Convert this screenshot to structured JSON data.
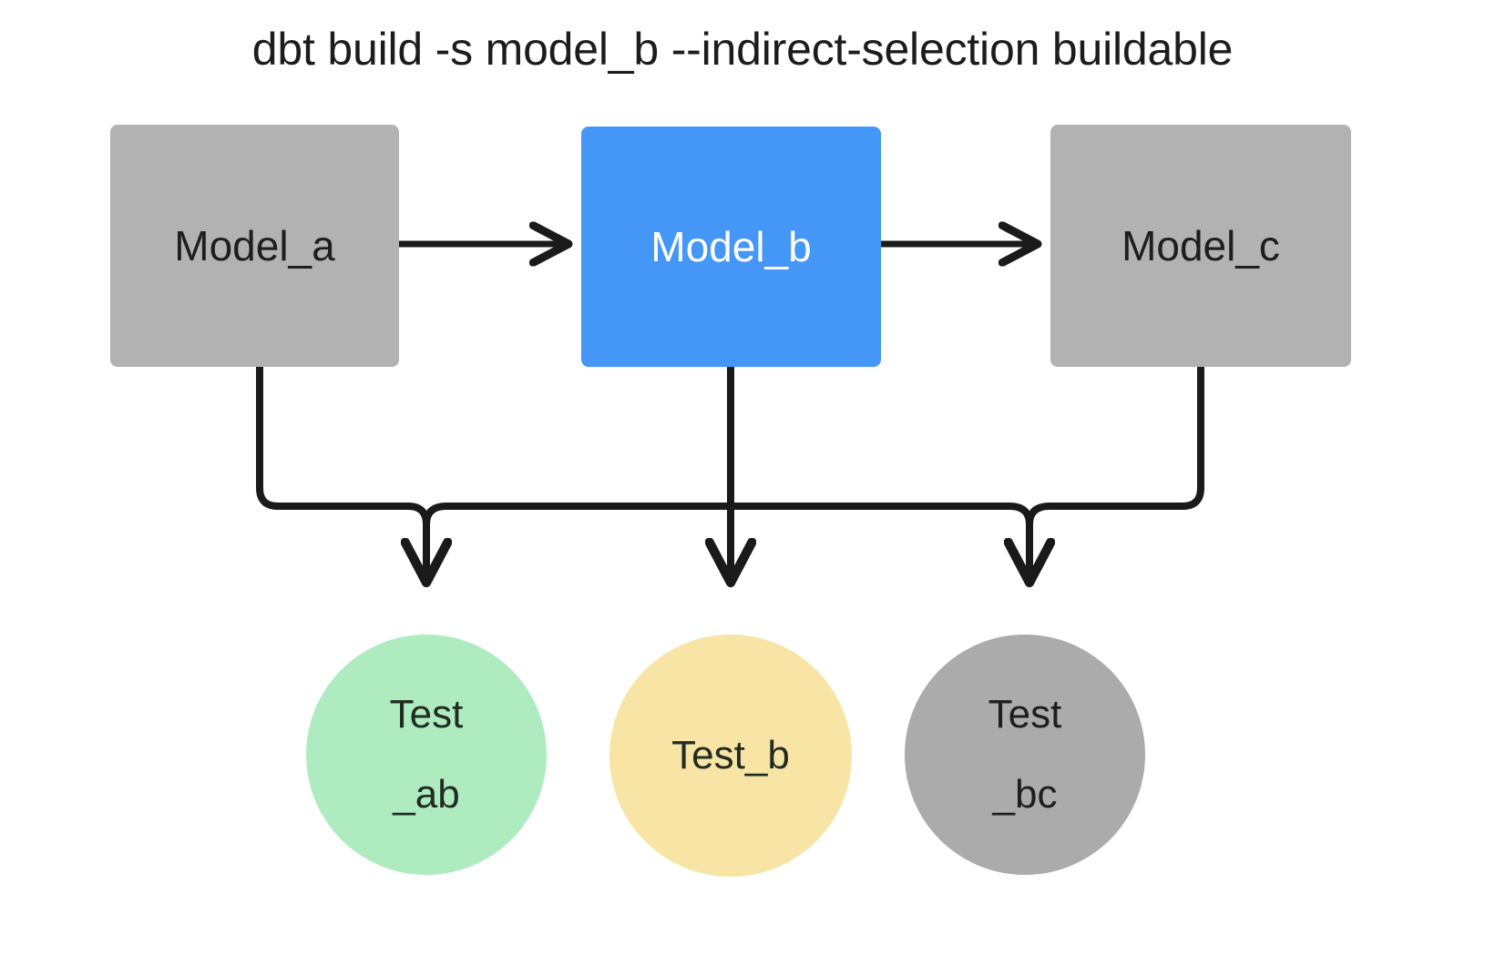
{
  "title": "dbt build -s model_b --indirect-selection buildable",
  "colors": {
    "background": "#ffffff",
    "model_unselected": "#b2b2b2",
    "model_selected": "#4496f7",
    "test_pass_green": "#aeecc0",
    "test_warn_amber": "#f8e4a5",
    "test_unselected_gray": "#ababab",
    "edge": "#1a1a1a",
    "text_dark": "#1e1e1e",
    "text_light": "#ffffff"
  },
  "models": [
    {
      "id": "model_a",
      "label": "Model_a",
      "state": "unselected",
      "shape": "rectangle"
    },
    {
      "id": "model_b",
      "label": "Model_b",
      "state": "selected",
      "shape": "rectangle"
    },
    {
      "id": "model_c",
      "label": "Model_c",
      "state": "unselected",
      "shape": "rectangle"
    }
  ],
  "tests": [
    {
      "id": "test_ab",
      "label_line1": "Test",
      "label_line2": "_ab",
      "state": "green",
      "shape": "circle"
    },
    {
      "id": "test_b",
      "label_line1": "Test_b",
      "label_line2": "",
      "state": "amber",
      "shape": "circle"
    },
    {
      "id": "test_bc",
      "label_line1": "Test",
      "label_line2": "_bc",
      "state": "gray",
      "shape": "circle"
    }
  ],
  "edges": [
    {
      "from": "model_a",
      "to": "model_b",
      "style": "arrow-right"
    },
    {
      "from": "model_b",
      "to": "model_c",
      "style": "arrow-right"
    },
    {
      "from": "model_a",
      "to": "test_ab",
      "style": "elbow-down"
    },
    {
      "from": "model_b",
      "to": "test_ab",
      "style": "elbow-down"
    },
    {
      "from": "model_b",
      "to": "test_b",
      "style": "straight-down"
    },
    {
      "from": "model_b",
      "to": "test_bc",
      "style": "elbow-down"
    },
    {
      "from": "model_c",
      "to": "test_bc",
      "style": "elbow-down"
    }
  ]
}
